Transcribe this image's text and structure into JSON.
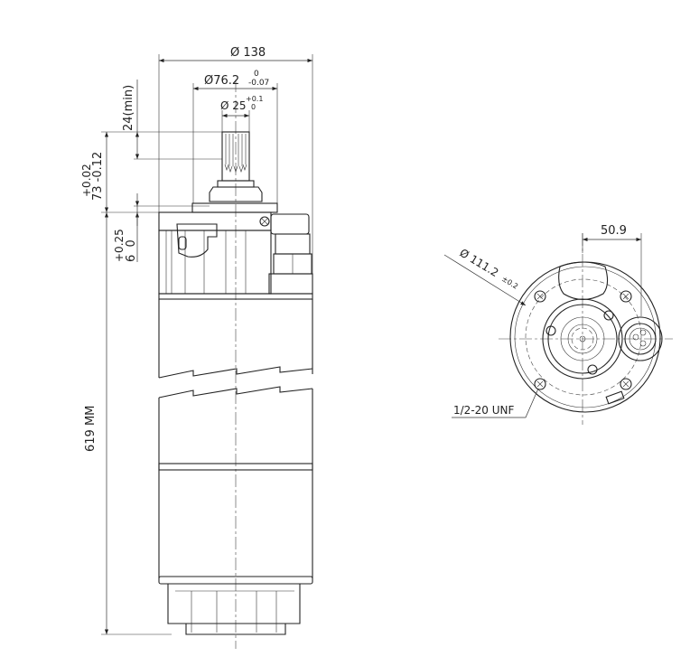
{
  "side_view": {
    "dia_outer": "Ø 138",
    "dia_flange": "Ø76.2",
    "dia_flange_tol_upper": "0",
    "dia_flange_tol_lower": "-0.07",
    "dia_shaft": "Ø 25",
    "dia_shaft_tol_upper": "+0.1",
    "dia_shaft_tol_lower": "0",
    "shaft_length": "24(min)",
    "height_73": "73 -0.12",
    "height_73_tol_upper": "+0.02",
    "flange_6": "6  0",
    "flange_6_tol_upper": "+0.25",
    "overall_length": "619 MM"
  },
  "end_view": {
    "bolt_circle": "Ø 111.2",
    "bolt_circle_tol": "±0.2",
    "connector_offset": "50.9",
    "thread": "1/2-20 UNF"
  }
}
